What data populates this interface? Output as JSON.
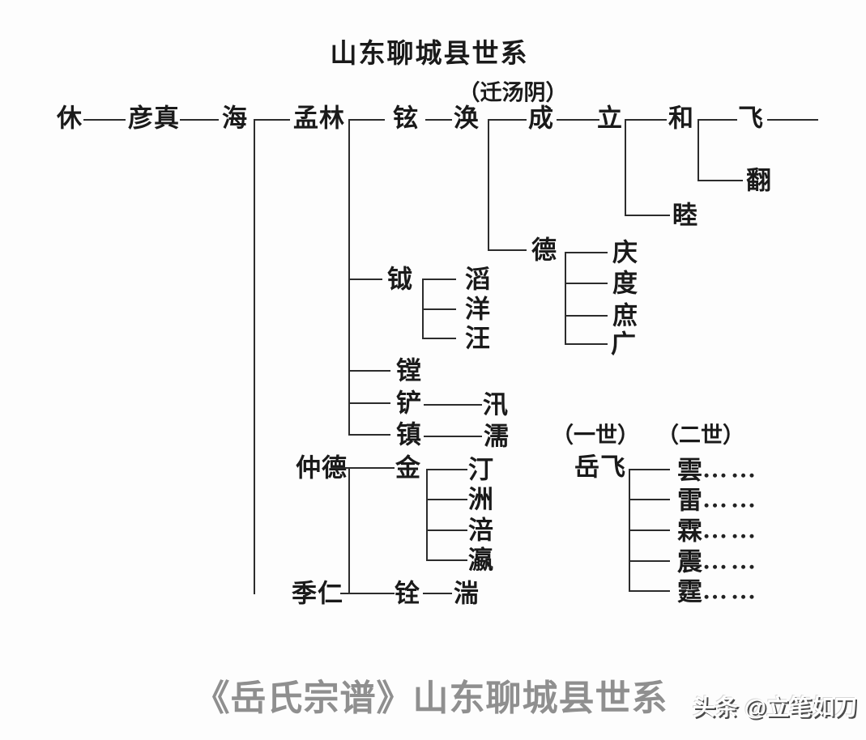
{
  "page": {
    "title": "山东聊城县世系",
    "migration_note": "（迁汤阴）",
    "caption": "《岳氏宗谱》山东聊城县世系",
    "watermark": "头条 @立笔如刀",
    "ellipsis": "……"
  },
  "generation_labels": {
    "first": "（一世）",
    "second": "（二世）"
  },
  "nodes": {
    "xiu": "休",
    "yanzhen": "彦真",
    "hai": "海",
    "menglin": "孟林",
    "zhongde": "仲德",
    "jiren": "季仁",
    "xuan": "铉",
    "yue_axe": "钺",
    "tang_lance": "镗",
    "chan": "铲",
    "zhen_town": "镇",
    "huan": "涣",
    "cheng": "成",
    "de": "德",
    "li": "立",
    "he": "和",
    "mu": "睦",
    "fei": "飞",
    "fan": "翻",
    "qing": "庆",
    "du": "度",
    "shu": "庶",
    "guang": "广",
    "tao": "滔",
    "yang": "洋",
    "wang": "汪",
    "xun": "汛",
    "ru": "濡",
    "jin": "金",
    "ting_water": "汀",
    "zhou": "洲",
    "fu": "涪",
    "ying": "瀛",
    "quan": "铨",
    "tuan": "湍",
    "yuefei": "岳飞",
    "yun": "雲",
    "lei": "雷",
    "lin": "霖",
    "zhen_quake": "震",
    "ting_thunder": "霆"
  },
  "colors": {
    "ink": "#1a1a1a",
    "line": "#2c2c2c",
    "caption_gray": "#8f8f8f",
    "background": "#fdfdfd"
  }
}
